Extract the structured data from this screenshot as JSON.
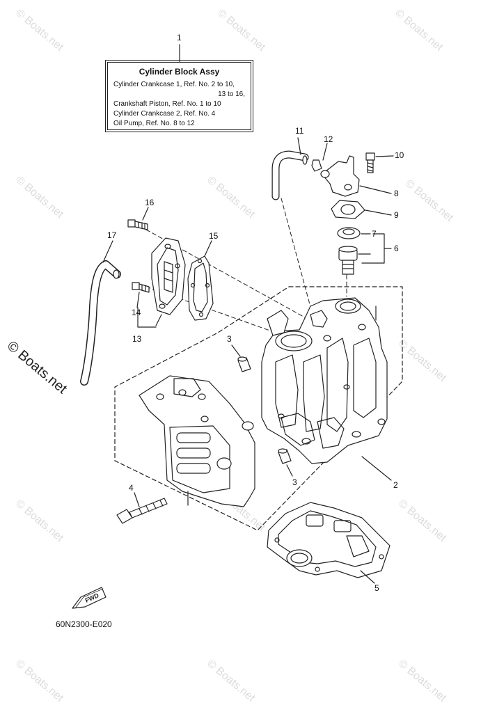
{
  "legend": {
    "title": "Cylinder Block Assy",
    "lines": [
      "Cylinder Crankcase 1,   Ref. No.  2  to  10,",
      "13  to  16,",
      "Crankshaft Piston,   Ref. No.  1  to  10",
      "Cylinder Crankcase 2,   Ref. No.  4",
      "Oil Pump,   Ref. No.  8  to   12"
    ]
  },
  "callouts": [
    "1",
    "2",
    "3",
    "3",
    "4",
    "5",
    "6",
    "7",
    "8",
    "9",
    "10",
    "11",
    "12",
    "13",
    "14",
    "15",
    "16",
    "17"
  ],
  "drawing_code": "60N2300-E020",
  "fwd_label": "FWD",
  "watermark": "© Boats.net",
  "watermark_big": "© Boats.net",
  "colors": {
    "ink": "#222222",
    "watermark": "#dcdcdc"
  }
}
